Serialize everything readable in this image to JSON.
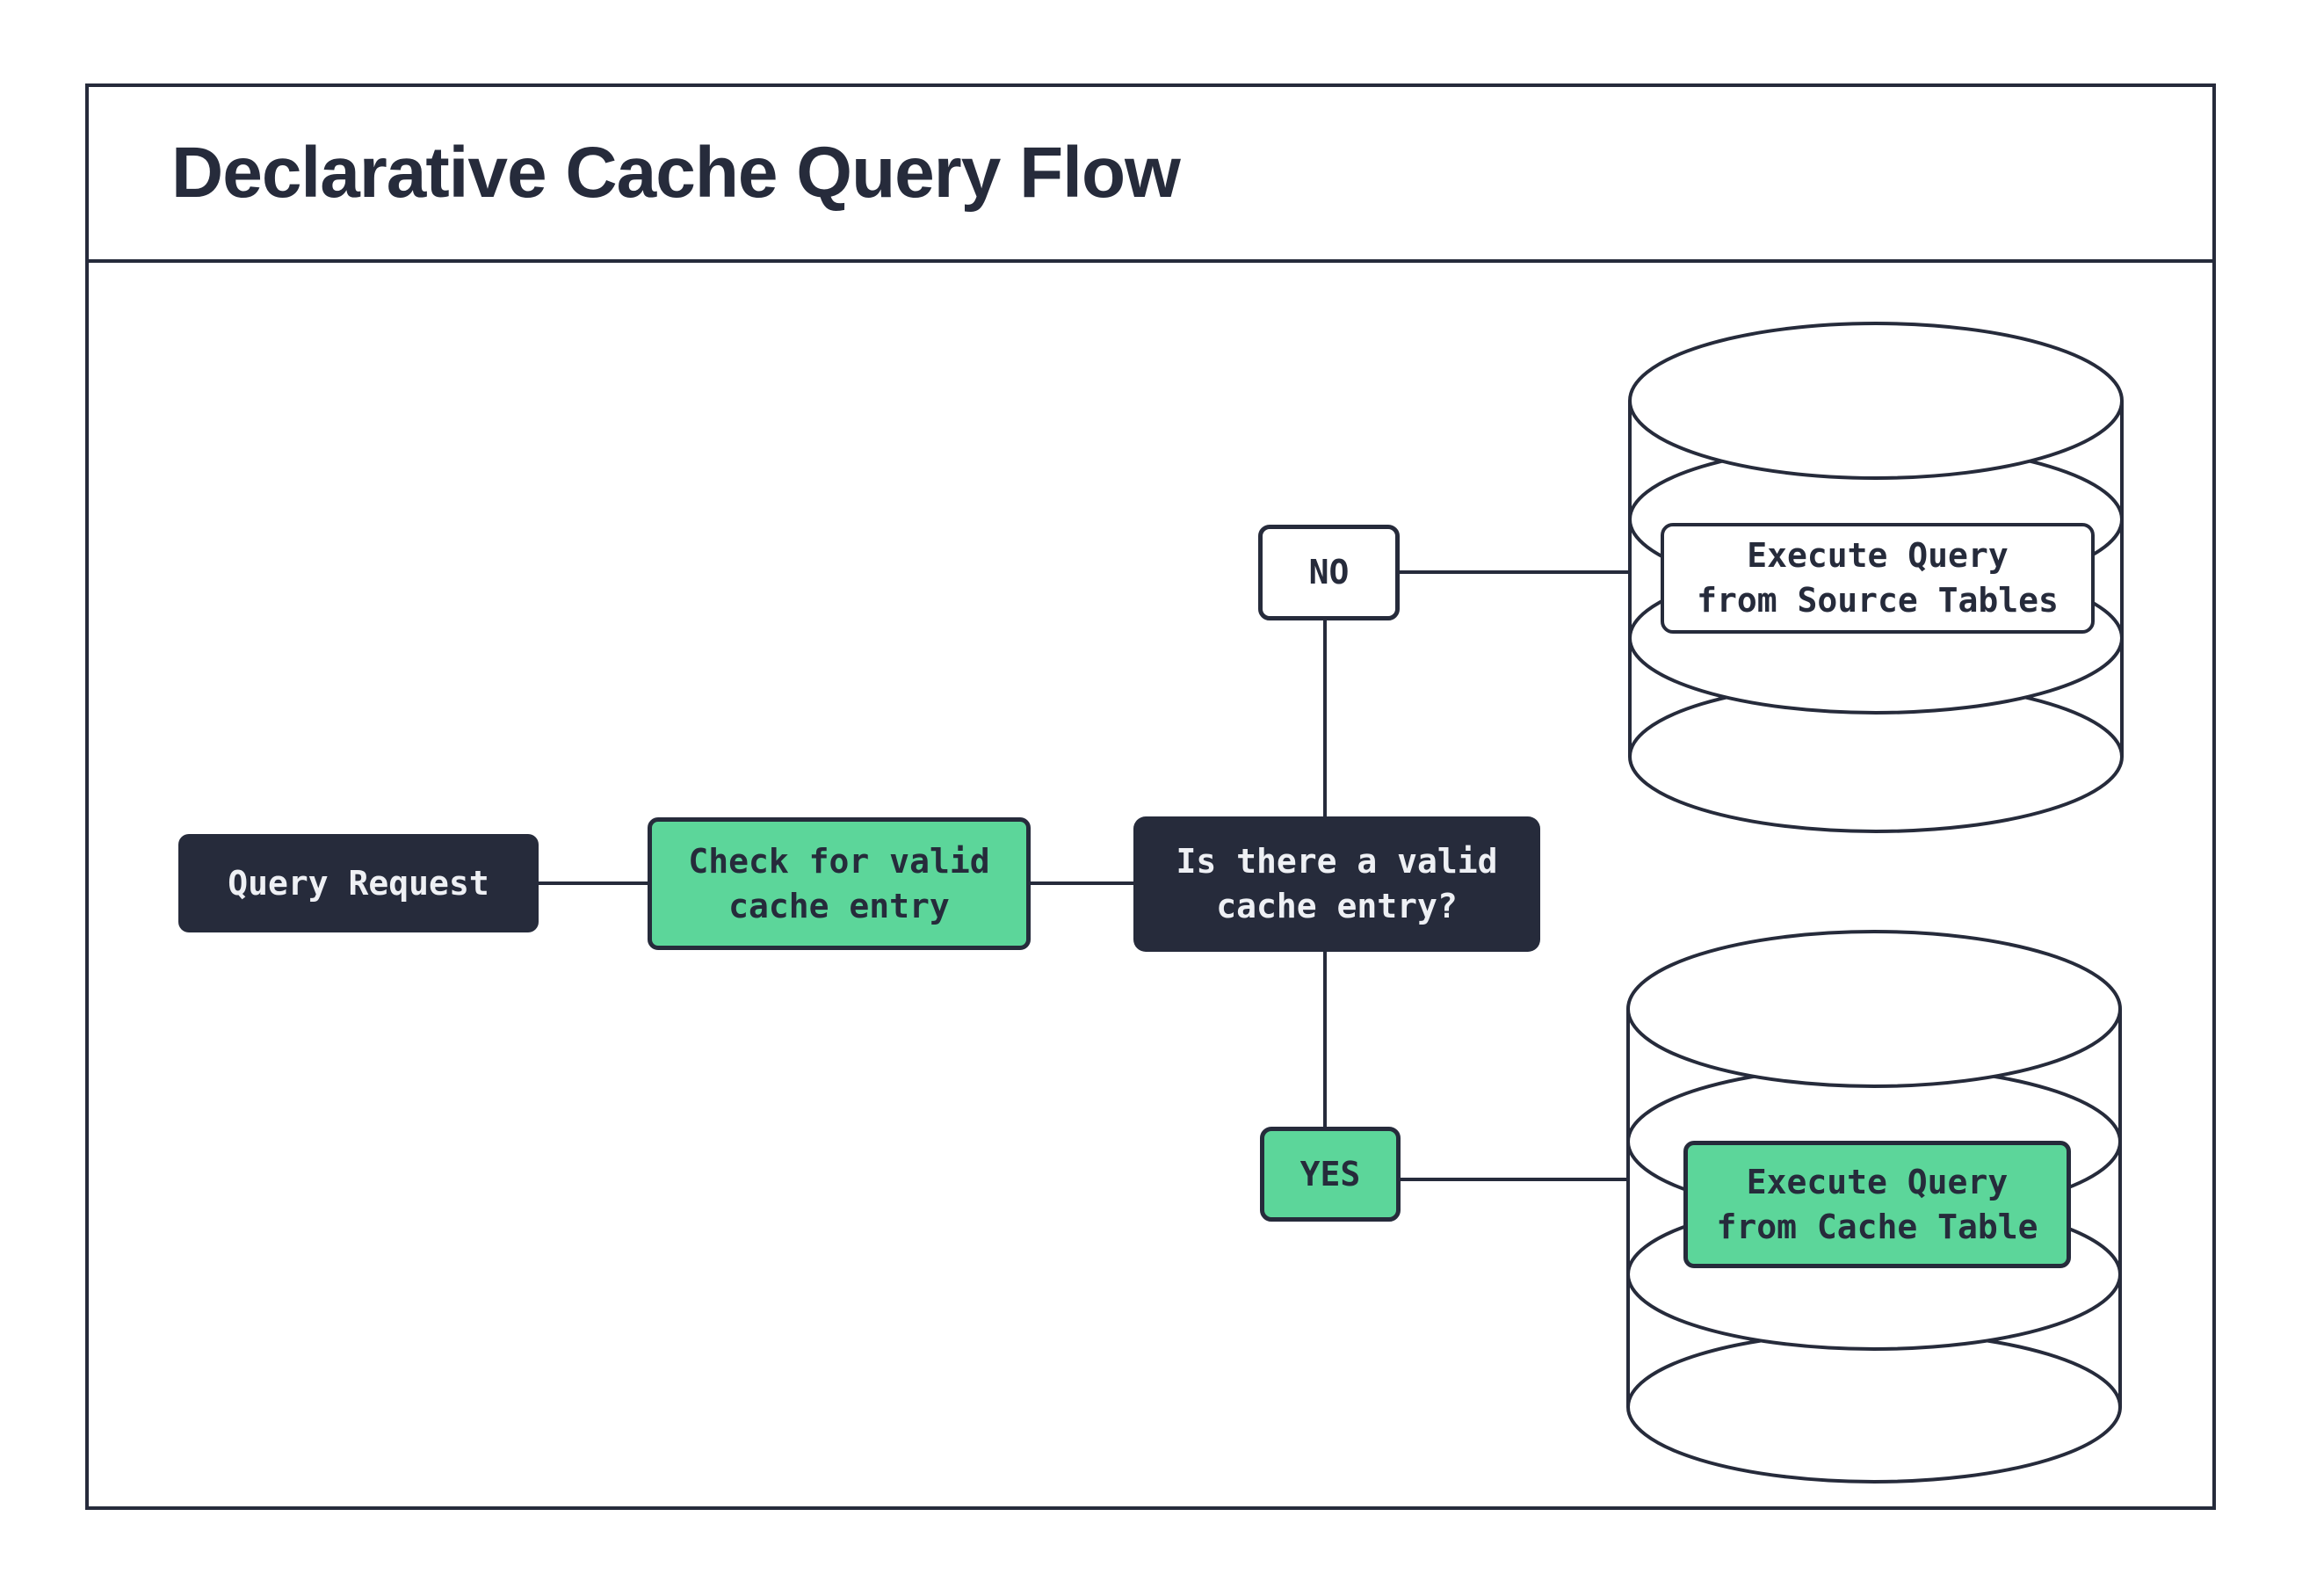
{
  "title": "Declarative Cache Query Flow",
  "colors": {
    "ink": "#262b3b",
    "green": "#5cd69a",
    "paper": "#ffffff",
    "light_text": "#eef0f4"
  },
  "nodes": {
    "query_request": {
      "label": "Query Request"
    },
    "check_cache": {
      "lines": [
        "Check for valid",
        "cache entry"
      ]
    },
    "decision": {
      "lines": [
        "Is there a valid",
        "cache entry?"
      ]
    },
    "no_branch": {
      "label": "NO"
    },
    "yes_branch": {
      "label": "YES"
    },
    "source_db": {
      "lines": [
        "Execute Query",
        "from Source Tables"
      ]
    },
    "cache_db": {
      "lines": [
        "Execute Query",
        "from Cache Table"
      ]
    }
  }
}
